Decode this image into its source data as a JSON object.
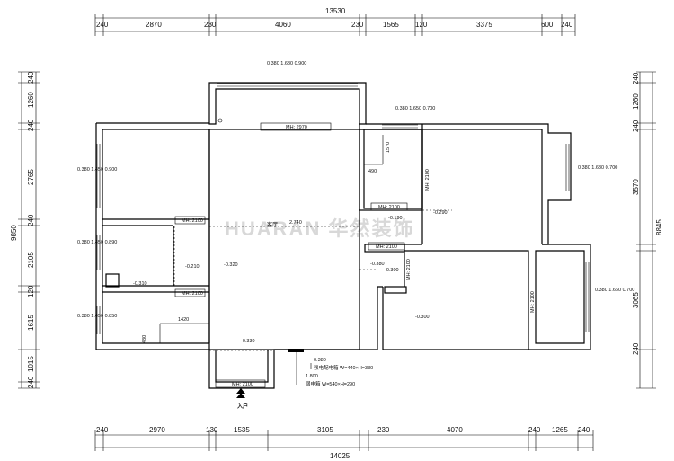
{
  "dims_top_total": "13530",
  "dims_top": [
    "240",
    "2870",
    "230",
    "4060",
    "230",
    "1565",
    "120",
    "3375",
    "600",
    "240"
  ],
  "dims_bottom_total": "14025",
  "dims_bottom": [
    "240",
    "2970",
    "130",
    "1535",
    "3105",
    "230",
    "4070",
    "240",
    "1265",
    "240"
  ],
  "dims_left_total": "9850",
  "dims_left": [
    "240",
    "1260",
    "240",
    "2765",
    "240",
    "2105",
    "120",
    "1615",
    "1015",
    "240"
  ],
  "dims_right": [
    "240",
    "1260",
    "240",
    "3570",
    "8845",
    "3065",
    "240"
  ],
  "door_labels": [
    "MH: 2970",
    "MH: 2100",
    "MH: 2100",
    "MH: 2100",
    "MH: 2100",
    "MH: 2100",
    "MH: 2100",
    "MH: 2100",
    "MH: 2100"
  ],
  "window_labels": [
    "0.380 1.680 0.900",
    "0.380 1.680 0.700",
    "0.380 1.450 0.900",
    "0.380 1.450 0.890",
    "0.380 1.450 0.850",
    "0.380 1.650 0.700",
    "0.380 1.660 0.700"
  ],
  "level_labels": [
    "-0.320",
    "-0.210",
    "-0.310",
    "-0.330",
    "-0.380",
    "-0.300",
    "-0.300",
    "-0.190",
    "-0.290",
    "2.740"
  ],
  "room_dims": [
    "1570",
    "490",
    "1420",
    "480"
  ],
  "hall_label": "客厅",
  "elec_box1": "0.380",
  "elec_box1_text": "强电配电箱 W=440×H=330",
  "elec_box2": "1.800",
  "elec_box2_text": "弱电箱 W=540×H=290",
  "entrance_label": "入户",
  "watermark": "HUARAN 华然装饰"
}
